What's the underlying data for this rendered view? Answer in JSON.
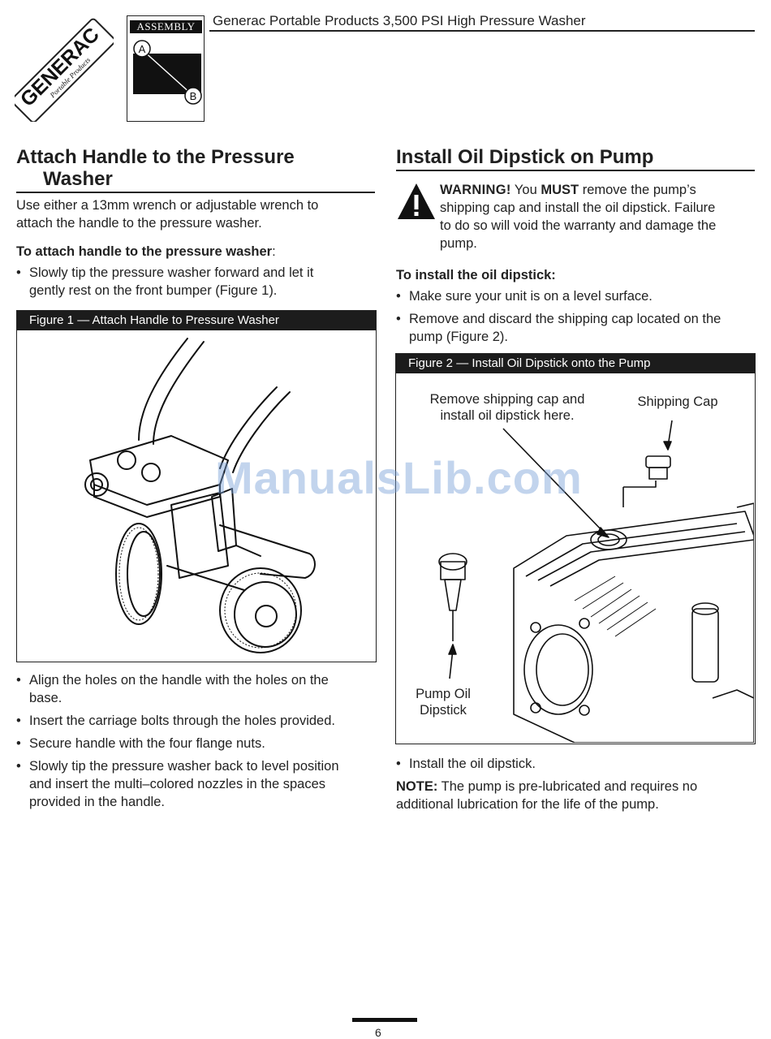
{
  "header": {
    "title": "Generac Portable Products 3,500 PSI High Pressure Washer",
    "logo_text": "GENERAC",
    "logo_subtext": "Portable Products",
    "badge_label": "ASSEMBLY",
    "badge_point_a": "A",
    "badge_point_b": "B"
  },
  "left": {
    "heading_line1": "Attach Handle to the Pressure",
    "heading_line2": "Washer",
    "intro_line1": "Use either a 13mm wrench or adjustable wrench to",
    "intro_line2": "attach the handle to the pressure washer.",
    "subhead": "To attach handle to the pressure washer",
    "subhead_colon": ":",
    "steps_before": [
      {
        "line1": "Slowly tip the pressure washer forward and let it",
        "line2": "gently rest on the front bumper (Figure 1)."
      }
    ],
    "figure_caption": "Figure 1 — Attach Handle to Pressure Washer",
    "steps_after": [
      {
        "line1": "Align the holes on the handle with the holes on the",
        "line2": "base."
      },
      {
        "line1": "Insert the carriage bolts through the holes provided.",
        "line2": ""
      },
      {
        "line1": "Secure handle with the four flange nuts.",
        "line2": ""
      },
      {
        "line1": "Slowly tip the pressure washer back to level position",
        "line2": "and insert the multi–colored nozzles in the spaces",
        "line3": "provided in the handle."
      }
    ]
  },
  "right": {
    "heading": "Install Oil Dipstick on Pump",
    "warning_word": "WARNING!",
    "warning_you": " You ",
    "warning_must": "MUST",
    "warning_rest1": " remove the pump’s",
    "warning_line2": "shipping cap and install the oil dipstick. Failure",
    "warning_line3": "to do so will void the warranty and damage the",
    "warning_line4": "pump.",
    "subhead": "To install the oil dipstick:",
    "steps_before": [
      {
        "line1": "Make sure your unit is on a level surface.",
        "line2": ""
      },
      {
        "line1": "Remove and discard the shipping cap located on the",
        "line2": "pump (Figure 2)."
      }
    ],
    "figure_caption": "Figure 2 — Install Oil Dipstick onto the Pump",
    "callout_remove_line1": "Remove shipping cap and",
    "callout_remove_line2": "install oil dipstick here.",
    "callout_cap": "Shipping Cap",
    "callout_dipstick_line1": "Pump Oil",
    "callout_dipstick_line2": "Dipstick",
    "step_after": "Install the oil dipstick.",
    "note_label": "NOTE:",
    "note_line1": " The pump is pre-lubricated and requires no",
    "note_line2": "additional lubrication for the life of the pump."
  },
  "watermark": "ManualsLib.com",
  "footer": {
    "page_number": "6"
  }
}
